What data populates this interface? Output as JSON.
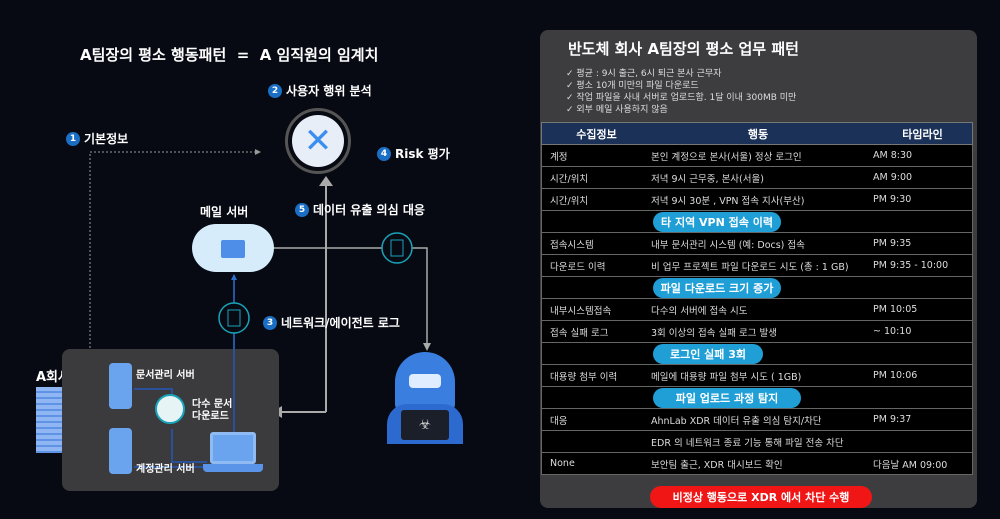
{
  "diagram": {
    "title": "A팀장의 평소 행동패턴  =  A 임직원의 임계치",
    "steps": [
      {
        "num": "1",
        "label": "기본정보"
      },
      {
        "num": "2",
        "label": "사용자 행위 분석"
      },
      {
        "num": "3",
        "label": "네트워크/에이전트 로그"
      },
      {
        "num": "4",
        "label": "Risk 평가"
      },
      {
        "num": "5",
        "label": "데이터 유출 의심 대응"
      }
    ],
    "mail_server": "메일 서버",
    "company": "A회사",
    "doc_server": "문서관리 서버",
    "account_server": "계정관리 서버",
    "multi_doc": "다수 문서\n다운로드"
  },
  "panel": {
    "title": "반도체 회사 A팀장의 평소 업무 패턴",
    "bullets": [
      "✓  평균 : 9시 출근, 6시 퇴근 본사 근무자",
      "✓  평소 10개 미만의 파일 다운로드",
      "✓  작업 파일을 사내 서버로 업로드함. 1달 이내 300MB 미만",
      "✓  외부 메일 사용하지 않음"
    ],
    "headers": [
      "수집정보",
      "행동",
      "타임라인"
    ],
    "rows": [
      [
        "계정",
        "본인 계정으로 본사(서울) 정상 로그인",
        "AM 8:30"
      ],
      [
        "시간/위치",
        "저녁 9시 근무중, 본사(서울)",
        "AM 9:00"
      ],
      [
        "시간/위치",
        "저녁 9시 30분 , VPN 접속 지사(부산)",
        "PM 9:30"
      ],
      [
        "타 지역 VPN 접속 이력"
      ],
      [
        "접속시스템",
        "내부 문서관리 시스템 (예: Docs) 접속",
        "PM 9:35"
      ],
      [
        "다운로드 이력",
        "비 업무 프로젝트 파일 다운로드 시도 (총 : 1 GB)",
        "PM 9:35 - 10:00"
      ],
      [
        "파일 다운로드 크기 증가"
      ],
      [
        "내부시스템접속",
        "다수의 서버에 접속 시도",
        "PM 10:05"
      ],
      [
        "접속 실패 로그",
        "3회 이상의 접속 실패 로그 발생",
        "~ 10:10"
      ],
      [
        "로그인 실패 3회"
      ],
      [
        "대용량 첨부 이력",
        "메일에 대용량 파일 첨부 시도 ( 1GB)",
        "PM 10:06"
      ],
      [
        "파일 업로드 과정 탐지"
      ],
      [
        "대응",
        "AhnLab XDR 데이터 유출 의심 탐지/차단",
        "PM 9:37"
      ],
      [
        "",
        "EDR 의 네트워크 종료 기능 통해 파일 전송 차단",
        ""
      ],
      [
        "None",
        "보안팀 출근, XDR 대시보드 확인",
        "다음날 AM 09:00"
      ]
    ],
    "conclusion": "비정상 행동으로 XDR 에서 차단 수행",
    "colors": {
      "header": "#1b3157",
      "pill": "#1f9fd6",
      "alert": "#f01616"
    }
  }
}
